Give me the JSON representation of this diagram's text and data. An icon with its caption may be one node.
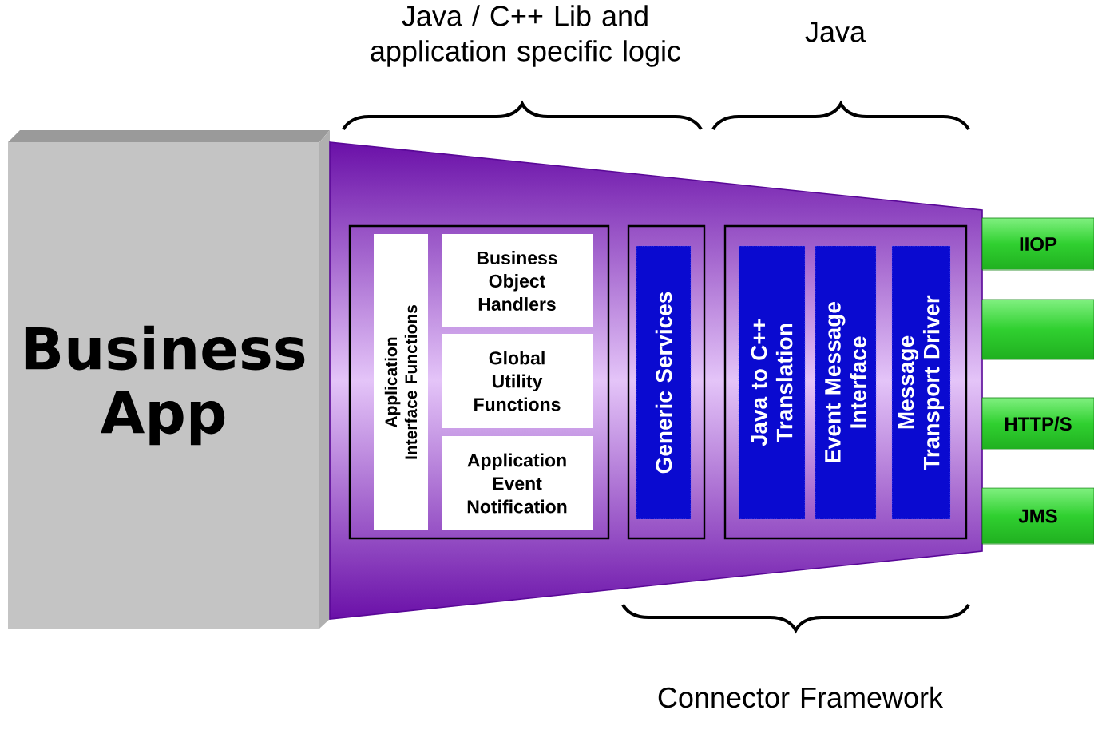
{
  "diagram": {
    "nodes": [
      {
        "text": [
          "Business App"
        ]
      },
      {
        "text": [],
        "shape": "trapezoid"
      },
      {
        "text": [],
        "shape": "box",
        "in": 1
      },
      {
        "text": [
          "Application Interface Functions"
        ],
        "in": 2
      },
      {
        "text": [
          "Business Object Handlers"
        ],
        "in": 2
      },
      {
        "text": [
          "Global Utility Functions"
        ],
        "in": 2
      },
      {
        "text": [
          "Application Event Notification"
        ],
        "in": 2
      },
      {
        "text": [],
        "shape": "box",
        "in": 1
      },
      {
        "text": [
          "Generic Services"
        ],
        "in": 7
      },
      {
        "text": [],
        "shape": "box",
        "in": 1
      },
      {
        "text": [
          "Java to C++ Translation"
        ],
        "in": 9
      },
      {
        "text": [
          "Event Message Interface"
        ],
        "in": 9
      },
      {
        "text": [
          "Message Transport Driver"
        ],
        "in": 9
      },
      {
        "text": [
          "IIOP"
        ]
      },
      {
        "text": [],
        "shape": "box"
      },
      {
        "text": [
          "HTTP/S"
        ]
      },
      {
        "text": [
          "JMS"
        ]
      }
    ],
    "labels": [
      "Java / C++ Lib and application specific logic",
      "Java",
      "Connector Framework"
    ]
  }
}
